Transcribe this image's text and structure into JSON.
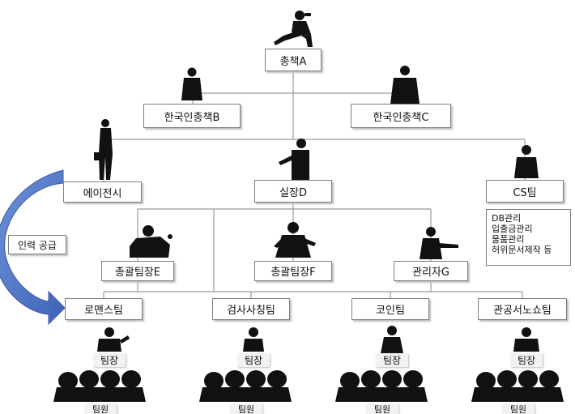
{
  "nodes": {
    "boss": "총책A",
    "korea_b": "한국인총책B",
    "korea_c": "한국인총책C",
    "agency": "에이전시",
    "manager_d": "실장D",
    "cs_team": "CS팀",
    "lead_e": "총괄팀장E",
    "lead_f": "총괄팀장F",
    "admin_g": "관리자G",
    "team_romance": "로맨스팀",
    "team_prosecutor": "검사사칭팀",
    "team_coin": "코인팀",
    "team_official": "관공서노쇼팀"
  },
  "supply_label": "인력 공급",
  "cs_duties": [
    "DB관리",
    "입출금관리",
    "물품관리",
    "허위문서제작 등"
  ],
  "team_leader_label": "팀장",
  "team_member_label": "팀원",
  "colors": {
    "arrow": "#4a73c6",
    "line": "#9a9a9a",
    "silhouette": "#111111"
  }
}
